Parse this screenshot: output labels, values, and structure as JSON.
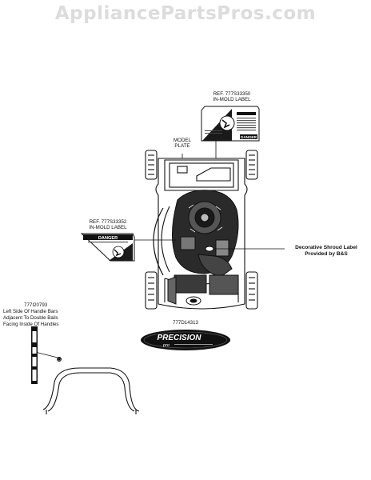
{
  "watermark": "AppliancePartsPros.com",
  "labels": {
    "ref_top_1": "REF. 777S33350",
    "ref_top_2": "IN-MOLD LABEL",
    "model_plate_1": "MODEL",
    "model_plate_2": "PLATE",
    "ref_left_1": "REF. 777S33352",
    "ref_left_2": "IN-MOLD LABEL",
    "shroud_1": "Decorative Shroud Label",
    "shroud_2": "Provided by B&S",
    "part_front": "777D14313",
    "handle_part": "777I20793",
    "handle_1": "Left Side Of Handle Bars",
    "handle_2": "Adjacent To Double Bails",
    "handle_3": "Facing Inside Of Handles",
    "danger_top": "DANGER",
    "danger_left": "DANGER",
    "precision_brand": "PRECISION",
    "precision_sub": "pro"
  },
  "colors": {
    "line": "#111111",
    "watermark": "#dcdcdc",
    "dark_fill": "#1a1a1a",
    "mid_fill": "#555555"
  }
}
